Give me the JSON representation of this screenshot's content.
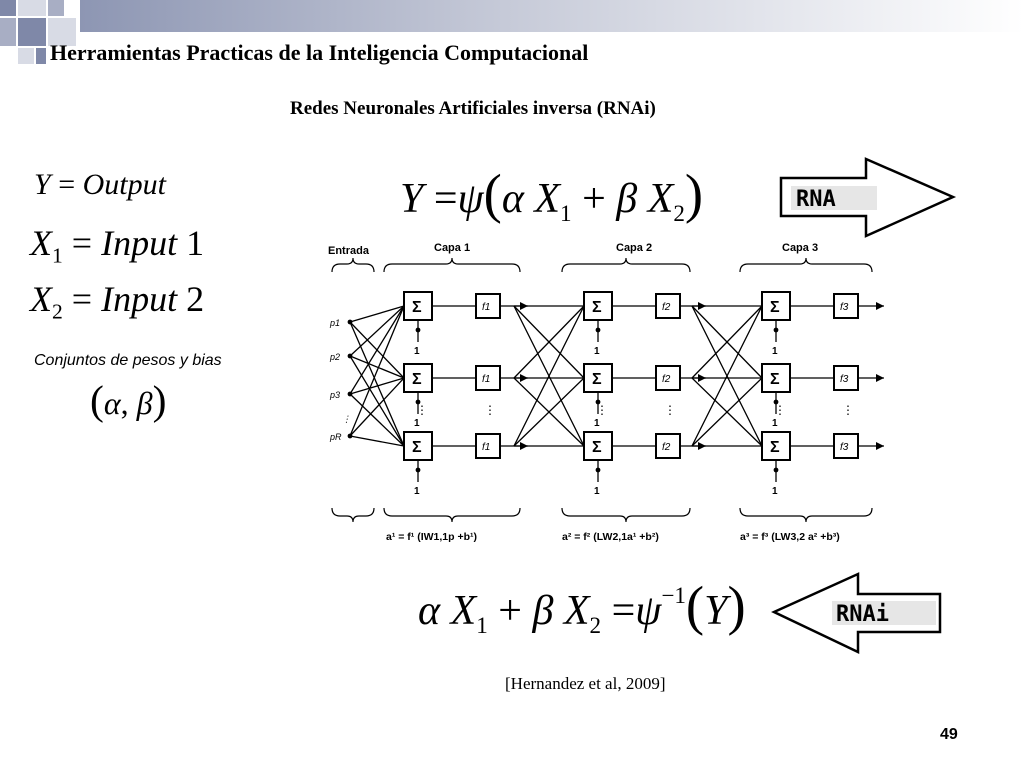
{
  "slide": {
    "title": "Herramientas Practicas de la Inteligencia Computacional",
    "subtitle": "Redes Neuronales Artificiales  inversa (RNAi)",
    "page_number": "49",
    "citation": "[Hernandez et al, 2009]",
    "accent_colors": {
      "dark": "#7f88a8",
      "mid": "#a8aec4",
      "light": "#d8dbe5"
    }
  },
  "definitions": {
    "output": {
      "var": "Y",
      "eq": "=",
      "value": "Output"
    },
    "input1": {
      "var": "X",
      "sub": "1",
      "eq": "=",
      "value": "Input",
      "num": "1"
    },
    "input2": {
      "var": "X",
      "sub": "2",
      "eq": "=",
      "value": "Input",
      "num": "2"
    },
    "weights_label": "Conjuntos de pesos y bias",
    "params": {
      "open": "(",
      "alpha": "α",
      "comma": ",",
      "beta": "β",
      "close": ")"
    }
  },
  "formulas": {
    "forward": {
      "Y": "Y",
      "eq": "=",
      "psi": "ψ",
      "lparen": "(",
      "alpha": "α",
      "X": "X",
      "s1": "1",
      "plus": "+",
      "beta": "β",
      "s2": "2",
      "rparen": ")"
    },
    "inverse": {
      "alpha": "α",
      "X": "X",
      "s1": "1",
      "plus": "+",
      "beta": "β",
      "s2": "2",
      "eq": "=",
      "psi": "ψ",
      "exp": "−1",
      "lparen": "(",
      "Y": "Y",
      "rparen": ")"
    }
  },
  "arrows": {
    "forward": "RNA",
    "inverse": "RNAi"
  },
  "network": {
    "input_header": "Entrada",
    "layers": [
      {
        "label": "Capa 1"
      },
      {
        "label": "Capa 2"
      },
      {
        "label": "Capa 3"
      }
    ],
    "inputs": [
      "p1",
      "p2",
      "p3",
      "pR"
    ],
    "sum_symbol": "Σ",
    "bias_one": "1",
    "dots": "⋮",
    "layer_equations": [
      "a¹ = f¹ (IW1,1p +b¹)",
      "a² = f² (LW2,1a¹ +b²)",
      "a³ = f³ (LW3,2 a² +b³)"
    ]
  }
}
